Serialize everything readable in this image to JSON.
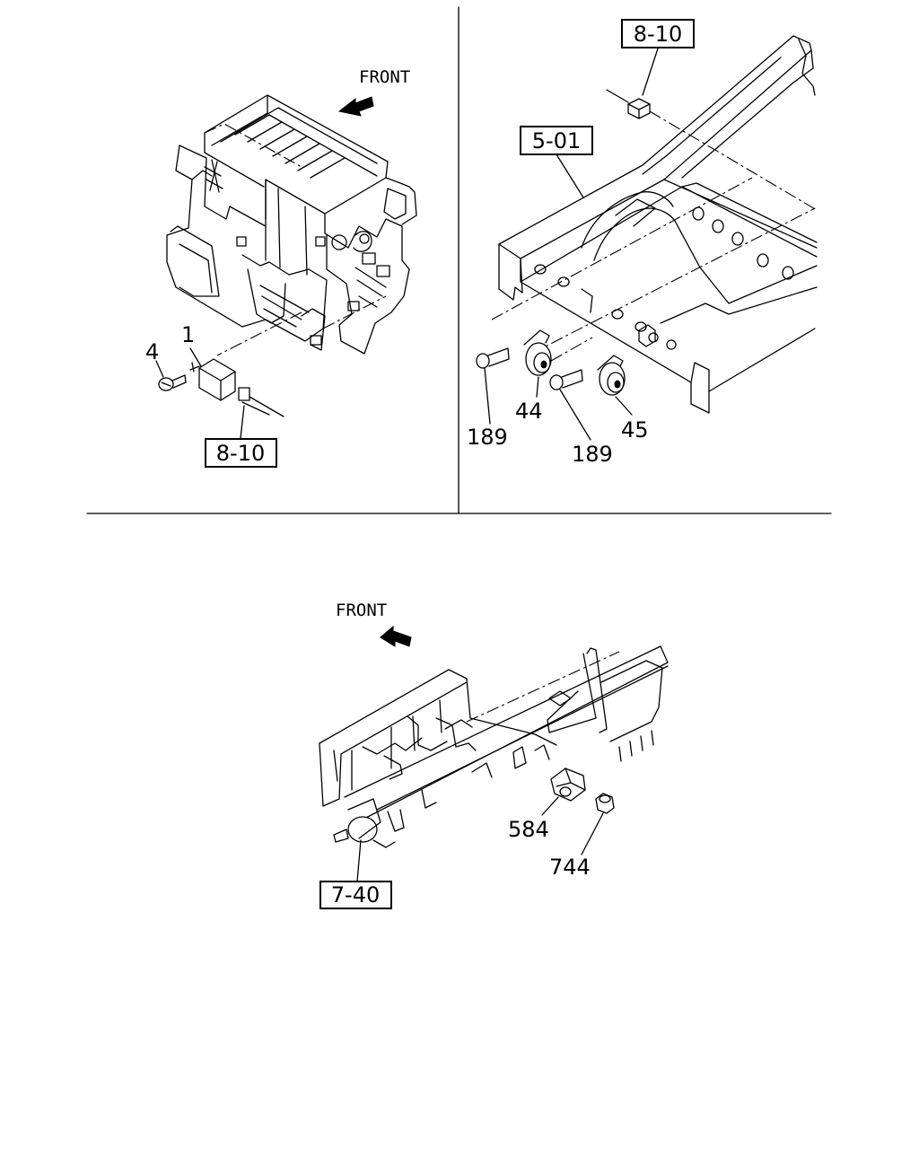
{
  "panel_top_left": {
    "front_label": "FRONT",
    "callouts": {
      "part_1": "1",
      "part_4": "4"
    },
    "ref_box": "8-10"
  },
  "panel_top_right": {
    "ref_box_top": "8-10",
    "ref_box_frame": "5-01",
    "callouts": {
      "horn_left": "44",
      "horn_right": "45",
      "bolt_left": "189",
      "bolt_right": "189"
    }
  },
  "panel_bottom": {
    "front_label": "FRONT",
    "ref_box": "7-40",
    "callouts": {
      "part_584": "584",
      "part_744": "744"
    }
  }
}
